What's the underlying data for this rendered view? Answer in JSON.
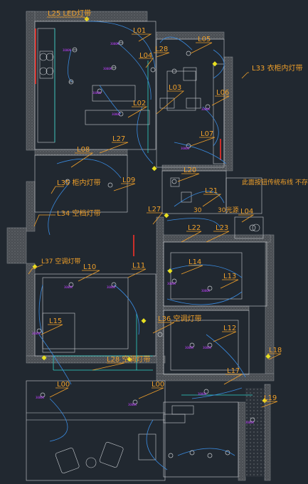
{
  "labels": {
    "L25": "L25 LED灯带",
    "L01": "L01",
    "L05": "L05",
    "L28": "L28",
    "L04": "L04",
    "L33": "L33 衣柜内灯带",
    "L03": "L03",
    "L06": "L06",
    "L02": "L02",
    "L07": "L07",
    "L27a": "L27",
    "L08": "L08",
    "L20": "L20",
    "L09": "L09",
    "L35": "L35 柜内灯带",
    "note": "此面按钮传统布线 不存",
    "L21": "L21",
    "L34": "L34 空档灯带",
    "L27b": "L27",
    "L04b": "L04",
    "L22": "L22",
    "L23": "L23",
    "L37": "L37 空调灯带",
    "L10": "L10",
    "L11": "L11",
    "L14": "L14",
    "L13": "L13",
    "L36": "L36 空调灯带",
    "L15": "L15",
    "L12": "L12",
    "L18": "L18",
    "L28b": "L28 空调灯带",
    "L17": "L17",
    "L00a": "L00",
    "L00b": "L00",
    "L19": "L19",
    "s1": "30",
    "s2": "30光源"
  },
  "colors": {
    "background": "#212830",
    "wall": "#5a5e63",
    "label": "#f0a02a",
    "leader": "#f0a02a",
    "circuit": "#3a8be0",
    "fixture_tag": "#c040ff",
    "highlight": "#e8e020",
    "cyan_edge": "#2fd3c8",
    "red_strip": "#e0302a"
  }
}
